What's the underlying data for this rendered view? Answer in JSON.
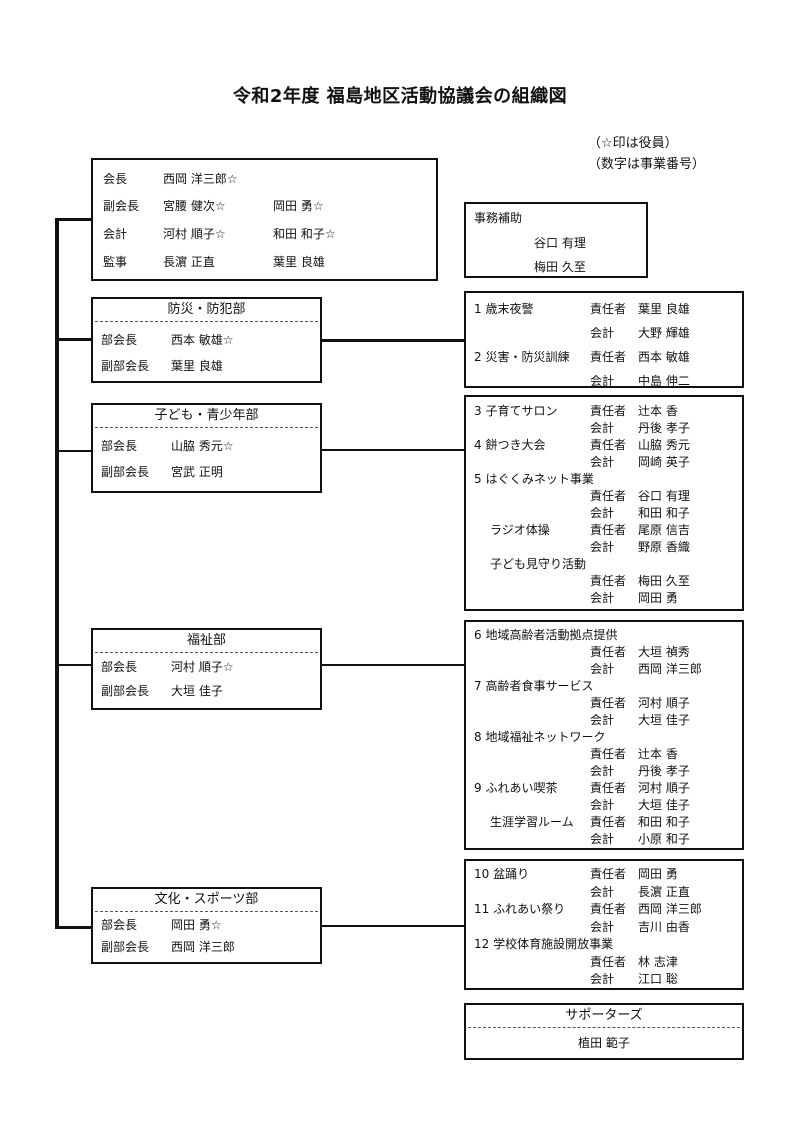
{
  "title": "令和2年度 福島地区活動協議会の組織図",
  "notes": [
    "（☆印は役員）",
    "（数字は事業番号）"
  ],
  "officers": [
    {
      "role": "会長",
      "name": "西岡 洋三郎☆",
      "name2": ""
    },
    {
      "role": "副会長",
      "name": "宮腰 健次☆",
      "name2": "岡田 勇☆"
    },
    {
      "role": "会計",
      "name": "河村 順子☆",
      "name2": "和田 和子☆"
    },
    {
      "role": "監事",
      "name": "長濵 正直",
      "name2": "葉里 良雄"
    }
  ],
  "assistants": {
    "title": "事務補助",
    "names": [
      "谷口 有理",
      "梅田 久至"
    ]
  },
  "departments": [
    {
      "name": "防災・防犯部",
      "members": [
        {
          "role": "部会長",
          "name": "西本 敏雄☆"
        },
        {
          "role": "副部会長",
          "name": "葉里 良雄"
        }
      ]
    },
    {
      "name": "子ども・青少年部",
      "members": [
        {
          "role": "部会長",
          "name": "山脇 秀元☆"
        },
        {
          "role": "副部会長",
          "name": "宮武 正明"
        }
      ]
    },
    {
      "name": "福祉部",
      "members": [
        {
          "role": "部会長",
          "name": "河村 順子☆"
        },
        {
          "role": "副部会長",
          "name": "大垣 佳子"
        }
      ]
    },
    {
      "name": "文化・スポーツ部",
      "members": [
        {
          "role": "部会長",
          "name": "岡田 勇☆"
        },
        {
          "role": "副部会長",
          "name": "西岡 洋三郎"
        }
      ]
    }
  ],
  "project_groups": [
    [
      {
        "a": "1 歳末夜警",
        "b": "責任者",
        "c": "葉里 良雄"
      },
      {
        "a": "",
        "b": "会計",
        "c": "大野 輝雄"
      },
      {
        "a": "2 災害・防災訓練",
        "b": "責任者",
        "c": "西本 敏雄"
      },
      {
        "a": "",
        "b": "会計",
        "c": "中島 伸二"
      }
    ],
    [
      {
        "a": "3 子育てサロン",
        "b": "責任者",
        "c": "辻本 香"
      },
      {
        "a": "",
        "b": "会計",
        "c": "丹後 孝子"
      },
      {
        "a": "4 餅つき大会",
        "b": "責任者",
        "c": "山脇 秀元"
      },
      {
        "a": "",
        "b": "会計",
        "c": "岡崎 英子"
      },
      {
        "a": "5 はぐくみネット事業",
        "b": "",
        "c": ""
      },
      {
        "a": "",
        "b": "責任者",
        "c": "谷口 有理"
      },
      {
        "a": "",
        "b": "会計",
        "c": "和田 和子"
      },
      {
        "a": "ラジオ体操",
        "b": "責任者",
        "c": "尾原 信吉",
        "sub": true
      },
      {
        "a": "",
        "b": "会計",
        "c": "野原 香織"
      },
      {
        "a": "子ども見守り活動",
        "b": "",
        "c": "",
        "sub": true
      },
      {
        "a": "",
        "b": "責任者",
        "c": "梅田 久至"
      },
      {
        "a": "",
        "b": "会計",
        "c": "岡田 勇"
      }
    ],
    [
      {
        "a": "6 地域高齢者活動拠点提供",
        "b": "",
        "c": ""
      },
      {
        "a": "",
        "b": "責任者",
        "c": "大垣 禎秀"
      },
      {
        "a": "",
        "b": "会計",
        "c": "西岡 洋三郎"
      },
      {
        "a": "7 高齢者食事サービス",
        "b": "",
        "c": ""
      },
      {
        "a": "",
        "b": "責任者",
        "c": "河村 順子"
      },
      {
        "a": "",
        "b": "会計",
        "c": "大垣 佳子"
      },
      {
        "a": "8 地域福祉ネットワーク",
        "b": "",
        "c": ""
      },
      {
        "a": "",
        "b": "責任者",
        "c": "辻本 香"
      },
      {
        "a": "",
        "b": "会計",
        "c": "丹後 孝子"
      },
      {
        "a": "9 ふれあい喫茶",
        "b": "責任者",
        "c": "河村 順子"
      },
      {
        "a": "",
        "b": "会計",
        "c": "大垣 佳子"
      },
      {
        "a": "生涯学習ルーム",
        "b": "責任者",
        "c": "和田 和子",
        "sub": true
      },
      {
        "a": "",
        "b": "会計",
        "c": "小原 和子"
      }
    ],
    [
      {
        "a": "10 盆踊り",
        "b": "責任者",
        "c": "岡田 勇"
      },
      {
        "a": "",
        "b": "会計",
        "c": "長濵 正直"
      },
      {
        "a": "11 ふれあい祭り",
        "b": "責任者",
        "c": "西岡 洋三郎"
      },
      {
        "a": "",
        "b": "会計",
        "c": "吉川 由香"
      },
      {
        "a": "12 学校体育施設開放事業",
        "b": "",
        "c": ""
      },
      {
        "a": "",
        "b": "責任者",
        "c": "林 志津"
      },
      {
        "a": "",
        "b": "会計",
        "c": "江口 聡"
      }
    ]
  ],
  "supporters": {
    "title": "サポーターズ",
    "names": [
      "植田 範子"
    ]
  }
}
